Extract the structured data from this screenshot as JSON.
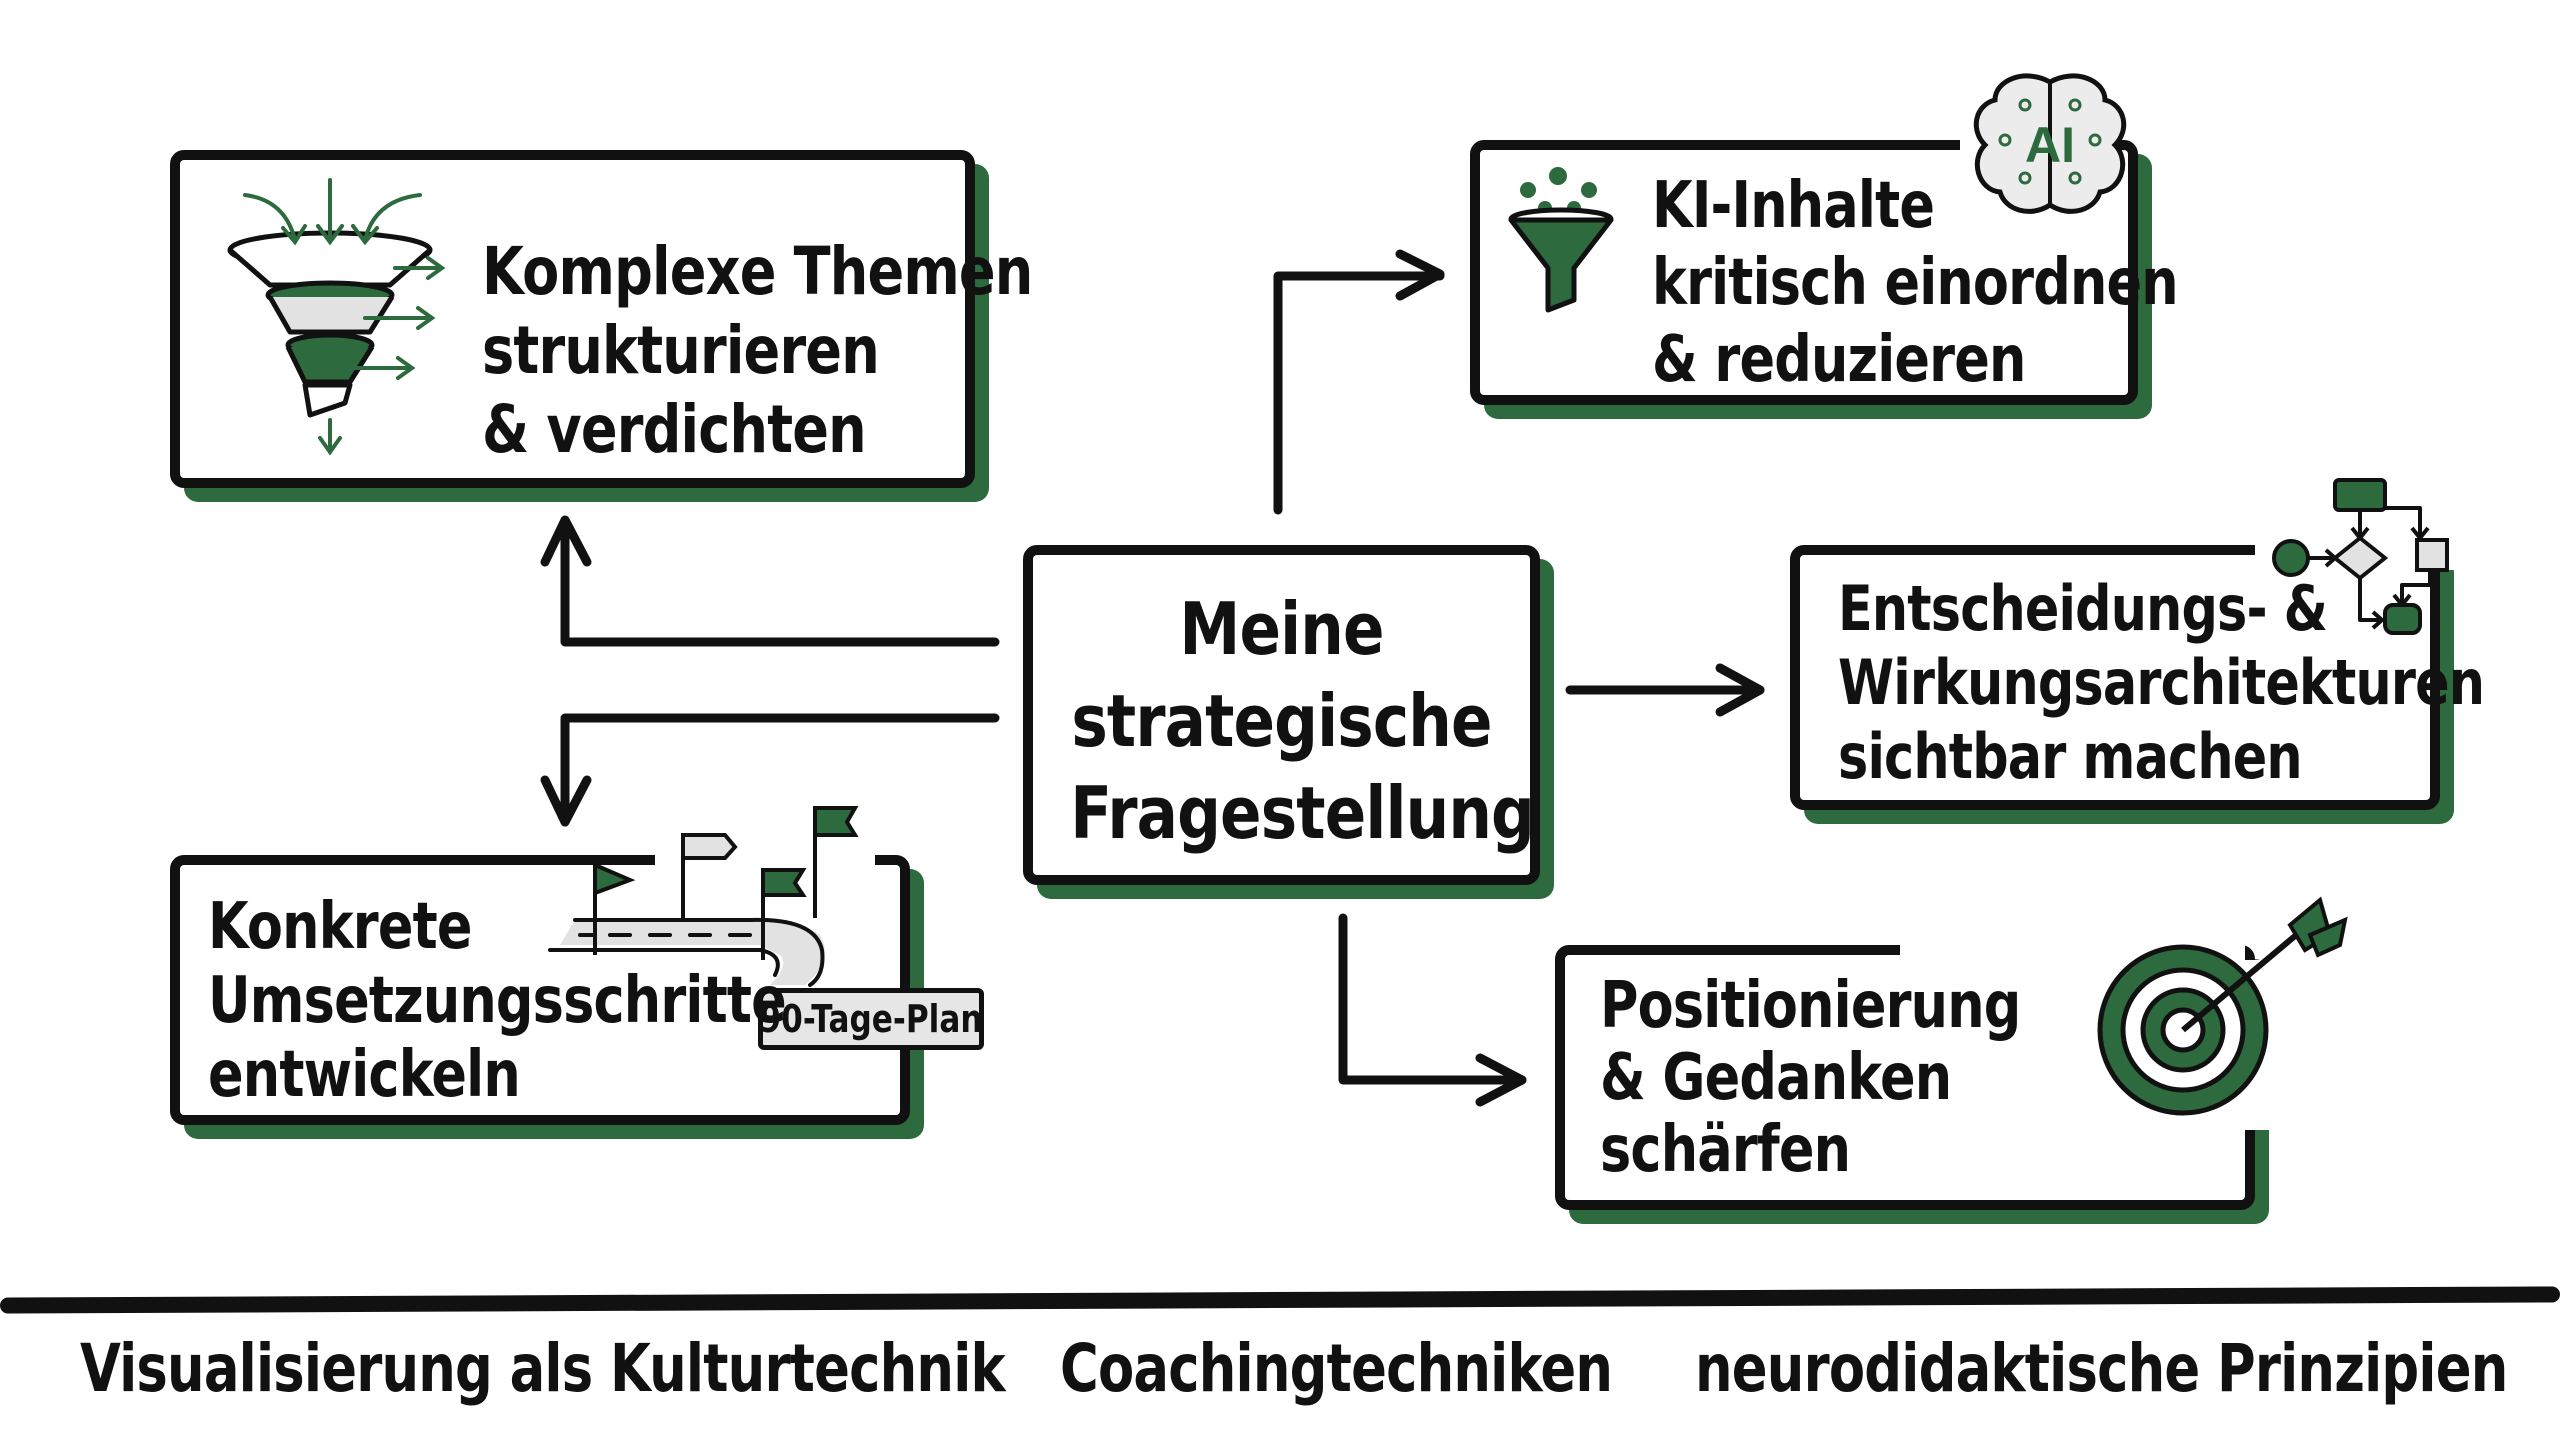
{
  "colors": {
    "accent_green": "#2d6a3e",
    "ink": "#111111",
    "light_gray": "#e6e6e6"
  },
  "center": {
    "lines": [
      "Meine",
      "strategische",
      "Fragestellung"
    ]
  },
  "nodes": {
    "structure": {
      "lines": [
        "Komplexe Themen",
        "strukturieren",
        "& verdichten"
      ],
      "icon": "funnel-layers-icon"
    },
    "ai": {
      "lines": [
        "KI-Inhalte",
        "kritisch einordnen",
        "& reduzieren"
      ],
      "icon": "filter-funnel-icon",
      "badge_icon": "ai-brain-icon",
      "badge_text": "AI"
    },
    "architecture": {
      "lines": [
        "Entscheidungs- &",
        "Wirkungsarchitekturen",
        "sichtbar machen"
      ],
      "icon": "flowchart-icon"
    },
    "positioning": {
      "lines": [
        "Positionierung",
        "& Gedanken",
        "schärfen"
      ],
      "icon": "target-arrow-icon"
    },
    "implementation": {
      "lines": [
        "Konkrete",
        "Umsetzungsschritte",
        "entwickeln"
      ],
      "icon": "roadmap-flags-icon",
      "tag": "90-Tage-Plan"
    }
  },
  "footer": {
    "labels": [
      "Visualisierung als Kulturtechnik",
      "Coachingtechniken",
      "neurodidaktische Prinzipien"
    ]
  }
}
